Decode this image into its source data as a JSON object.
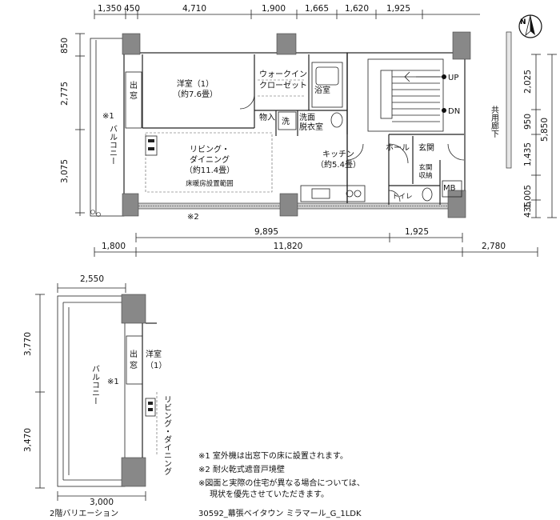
{
  "top_dims": [
    "1,350",
    "450",
    "4,710",
    "1,900",
    "1,665",
    "1,620",
    "1,925"
  ],
  "left_dims": [
    "850",
    "2,775",
    "3,075"
  ],
  "right_dims": [
    "2,025",
    "950",
    "1,435",
    "1,005",
    "435",
    "5,850"
  ],
  "bottom_dims": [
    "9,895",
    "1,925",
    "1,800",
    "11,820",
    "2,780"
  ],
  "rooms": {
    "bedroom": [
      "洋室（1）",
      "（約7.6畳）"
    ],
    "window_bay": [
      "出",
      "窓"
    ],
    "walkin": [
      "ウォークイン",
      "クローゼット"
    ],
    "bath": "浴室",
    "storage": "物入",
    "washer": "洗",
    "washroom": [
      "洗面",
      "脱衣室"
    ],
    "ldk": [
      "リビング・",
      "ダイニング",
      "（約11.4畳）"
    ],
    "floor_heating": "床暖房設置範囲",
    "kitchen": [
      "キッチン",
      "（約5.4畳）"
    ],
    "hall": "ホール",
    "entrance": "玄関",
    "shoe_storage": [
      "玄関",
      "収納"
    ],
    "toilet": "トイレ",
    "mb": "MB",
    "balcony": "バルコニー",
    "mark1": "※1",
    "mark2": "※2",
    "up": "UP",
    "dn": "DN",
    "corridor": "共用廊下"
  },
  "variation": {
    "top_dim": "2,550",
    "bottom_dim": "3,000",
    "left_dims": [
      "3,770",
      "3,470"
    ],
    "balcony": "バルコニー",
    "mark1": "※1",
    "window_bay": [
      "出",
      "窓"
    ],
    "bedroom": [
      "洋室",
      "（1）"
    ],
    "ld": "リビング・ダイニング",
    "caption": "2階バリエーション"
  },
  "notes": [
    "※1  室外機は出窓下の床に設置されます。",
    "※2  耐火乾式遮音戸境壁",
    "※図面と実際の住宅が異なる場合については、",
    "現状を優先させていただきます。"
  ],
  "footer": "30592_幕張ベイタウン ミラマール_G_1LDK"
}
